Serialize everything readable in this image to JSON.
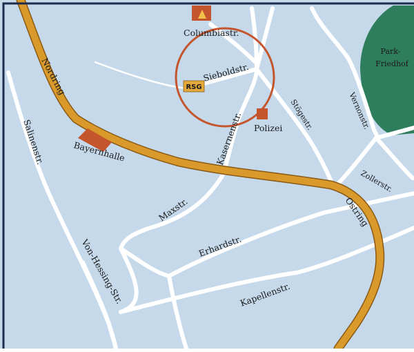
{
  "map": {
    "colors": {
      "background": "#c5d9eb",
      "street": "#ffffff",
      "ring": "#d99a2b",
      "ring_edge": "#8a5a14",
      "park": "#2e7e5d",
      "building": "#c4552c",
      "circle": "#c4552c",
      "frame": "#1c2b4a"
    },
    "labels": {
      "nordring": "Nordring",
      "ostring": "Ostring",
      "salinenstr": "Salinenstr.",
      "columbiastr": "Columbiastr.",
      "sieboldstr": "Sieboldstr.",
      "kasernenstr": "Kasernenstr.",
      "stoegestr": "Stögestr.",
      "vernonstr": "Vernonstr.",
      "zollerstr": "Zollerstr.",
      "maxstr": "Maxstr.",
      "erhardstr": "Erhardstr.",
      "kapellenstr": "Kapellenstr.",
      "von_hessing_str": "Von-Hessing-Str."
    },
    "places": {
      "bayernhalle": "Bayernhalle",
      "polizei": "Polizei",
      "park_line1": "Park-",
      "park_line2": "Friedhof",
      "rsg_badge": "RSG"
    }
  }
}
